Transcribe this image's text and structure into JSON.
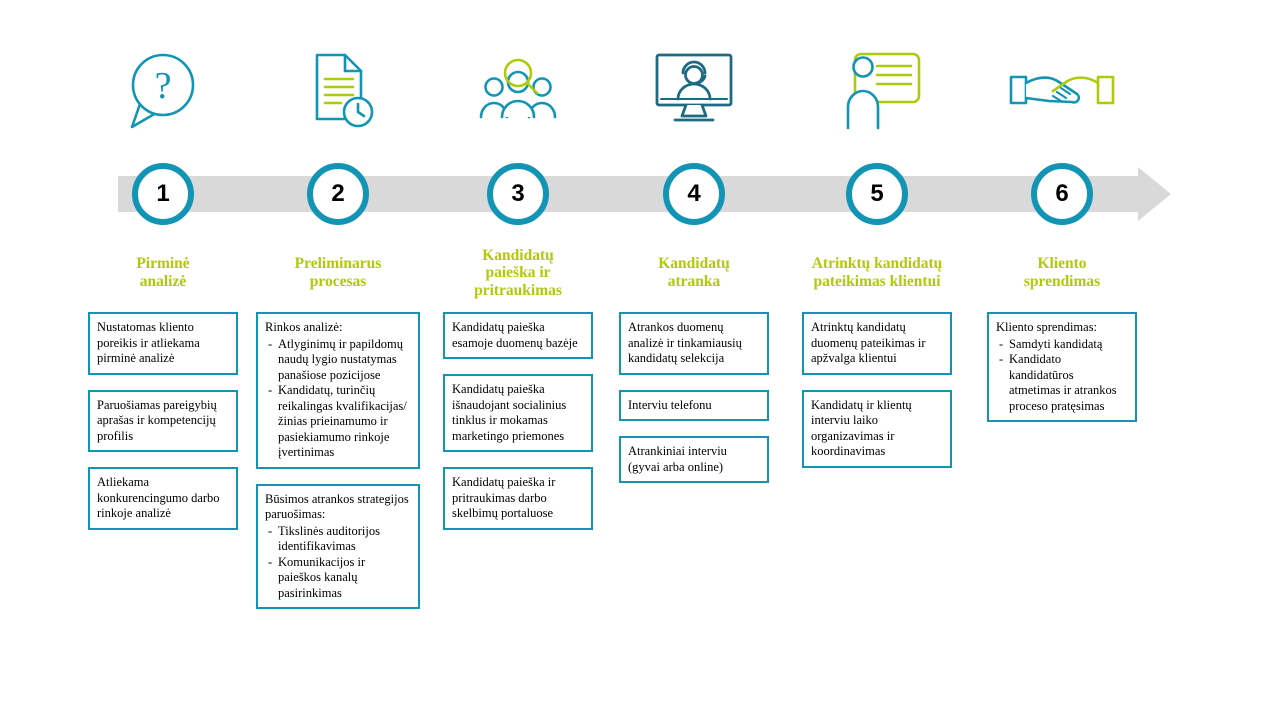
{
  "colors": {
    "teal": "#1295B5",
    "teal_dark": "#1D6A85",
    "green": "#AFCA0B",
    "timeline_gray": "#D9D9D9"
  },
  "steps": [
    {
      "number": "1",
      "icon": "question-bubble-icon",
      "title": "Pirminė\nanalizė",
      "boxes": [
        {
          "text": "Nustatomas kliento poreikis ir atliekama pirminė analizė"
        },
        {
          "text": "Paruošiamas pareigybių aprašas ir kompetencijų profilis"
        },
        {
          "text": "Atliekama konkurencingumo darbo rinkoje analizė"
        }
      ]
    },
    {
      "number": "2",
      "icon": "document-clock-icon",
      "title": "Preliminarus\nprocesas",
      "boxes": [
        {
          "intro": "Rinkos analizė:",
          "bullets": [
            "Atlyginimų ir papildomų naudų lygio nustatymas panašiose pozicijose",
            "Kandidatų, turinčių reikalingas kvalifikacijas/žinias prieinamumo ir pasiekiamumo rinkoje įvertinimas"
          ]
        },
        {
          "intro": "Būsimos atrankos strategijos paruošimas:",
          "bullets": [
            "Tikslinės auditorijos identifikavimas",
            "Komunikacijos ir paieškos kanalų pasirinkimas"
          ]
        }
      ]
    },
    {
      "number": "3",
      "icon": "people-search-icon",
      "title": "Kandidatų\npaieška ir\npritraukimas",
      "boxes": [
        {
          "text": "Kandidatų paieška esamoje duomenų bazėje"
        },
        {
          "text": "Kandidatų paieška išnaudojant socialinius tinklus ir mokamas marketingo priemones"
        },
        {
          "text": "Kandidatų paieška ir pritraukimas darbo skelbimų portaluose"
        }
      ]
    },
    {
      "number": "4",
      "icon": "online-interview-icon",
      "title": "Kandidatų\natranka",
      "boxes": [
        {
          "text": "Atrankos duomenų analizė ir tinkamiausių kandidatų selekcija"
        },
        {
          "text": "Interviu telefonu"
        },
        {
          "text": "Atrankiniai interviu (gyvai arba online)"
        }
      ]
    },
    {
      "number": "5",
      "icon": "presentation-icon",
      "title": "Atrinktų kandidatų\npateikimas klientui",
      "boxes": [
        {
          "text": "Atrinktų kandidatų duomenų pateikimas ir apžvalga klientui"
        },
        {
          "text": "Kandidatų ir klientų interviu laiko organizavimas ir koordinavimas"
        }
      ]
    },
    {
      "number": "6",
      "icon": "handshake-icon",
      "title": "Kliento\nsprendimas",
      "boxes": [
        {
          "intro": "Kliento sprendimas:",
          "bullets": [
            "Samdyti kandidatą",
            "Kandidato kandidatūros atmetimas ir atrankos proceso pratęsimas"
          ]
        }
      ]
    }
  ]
}
